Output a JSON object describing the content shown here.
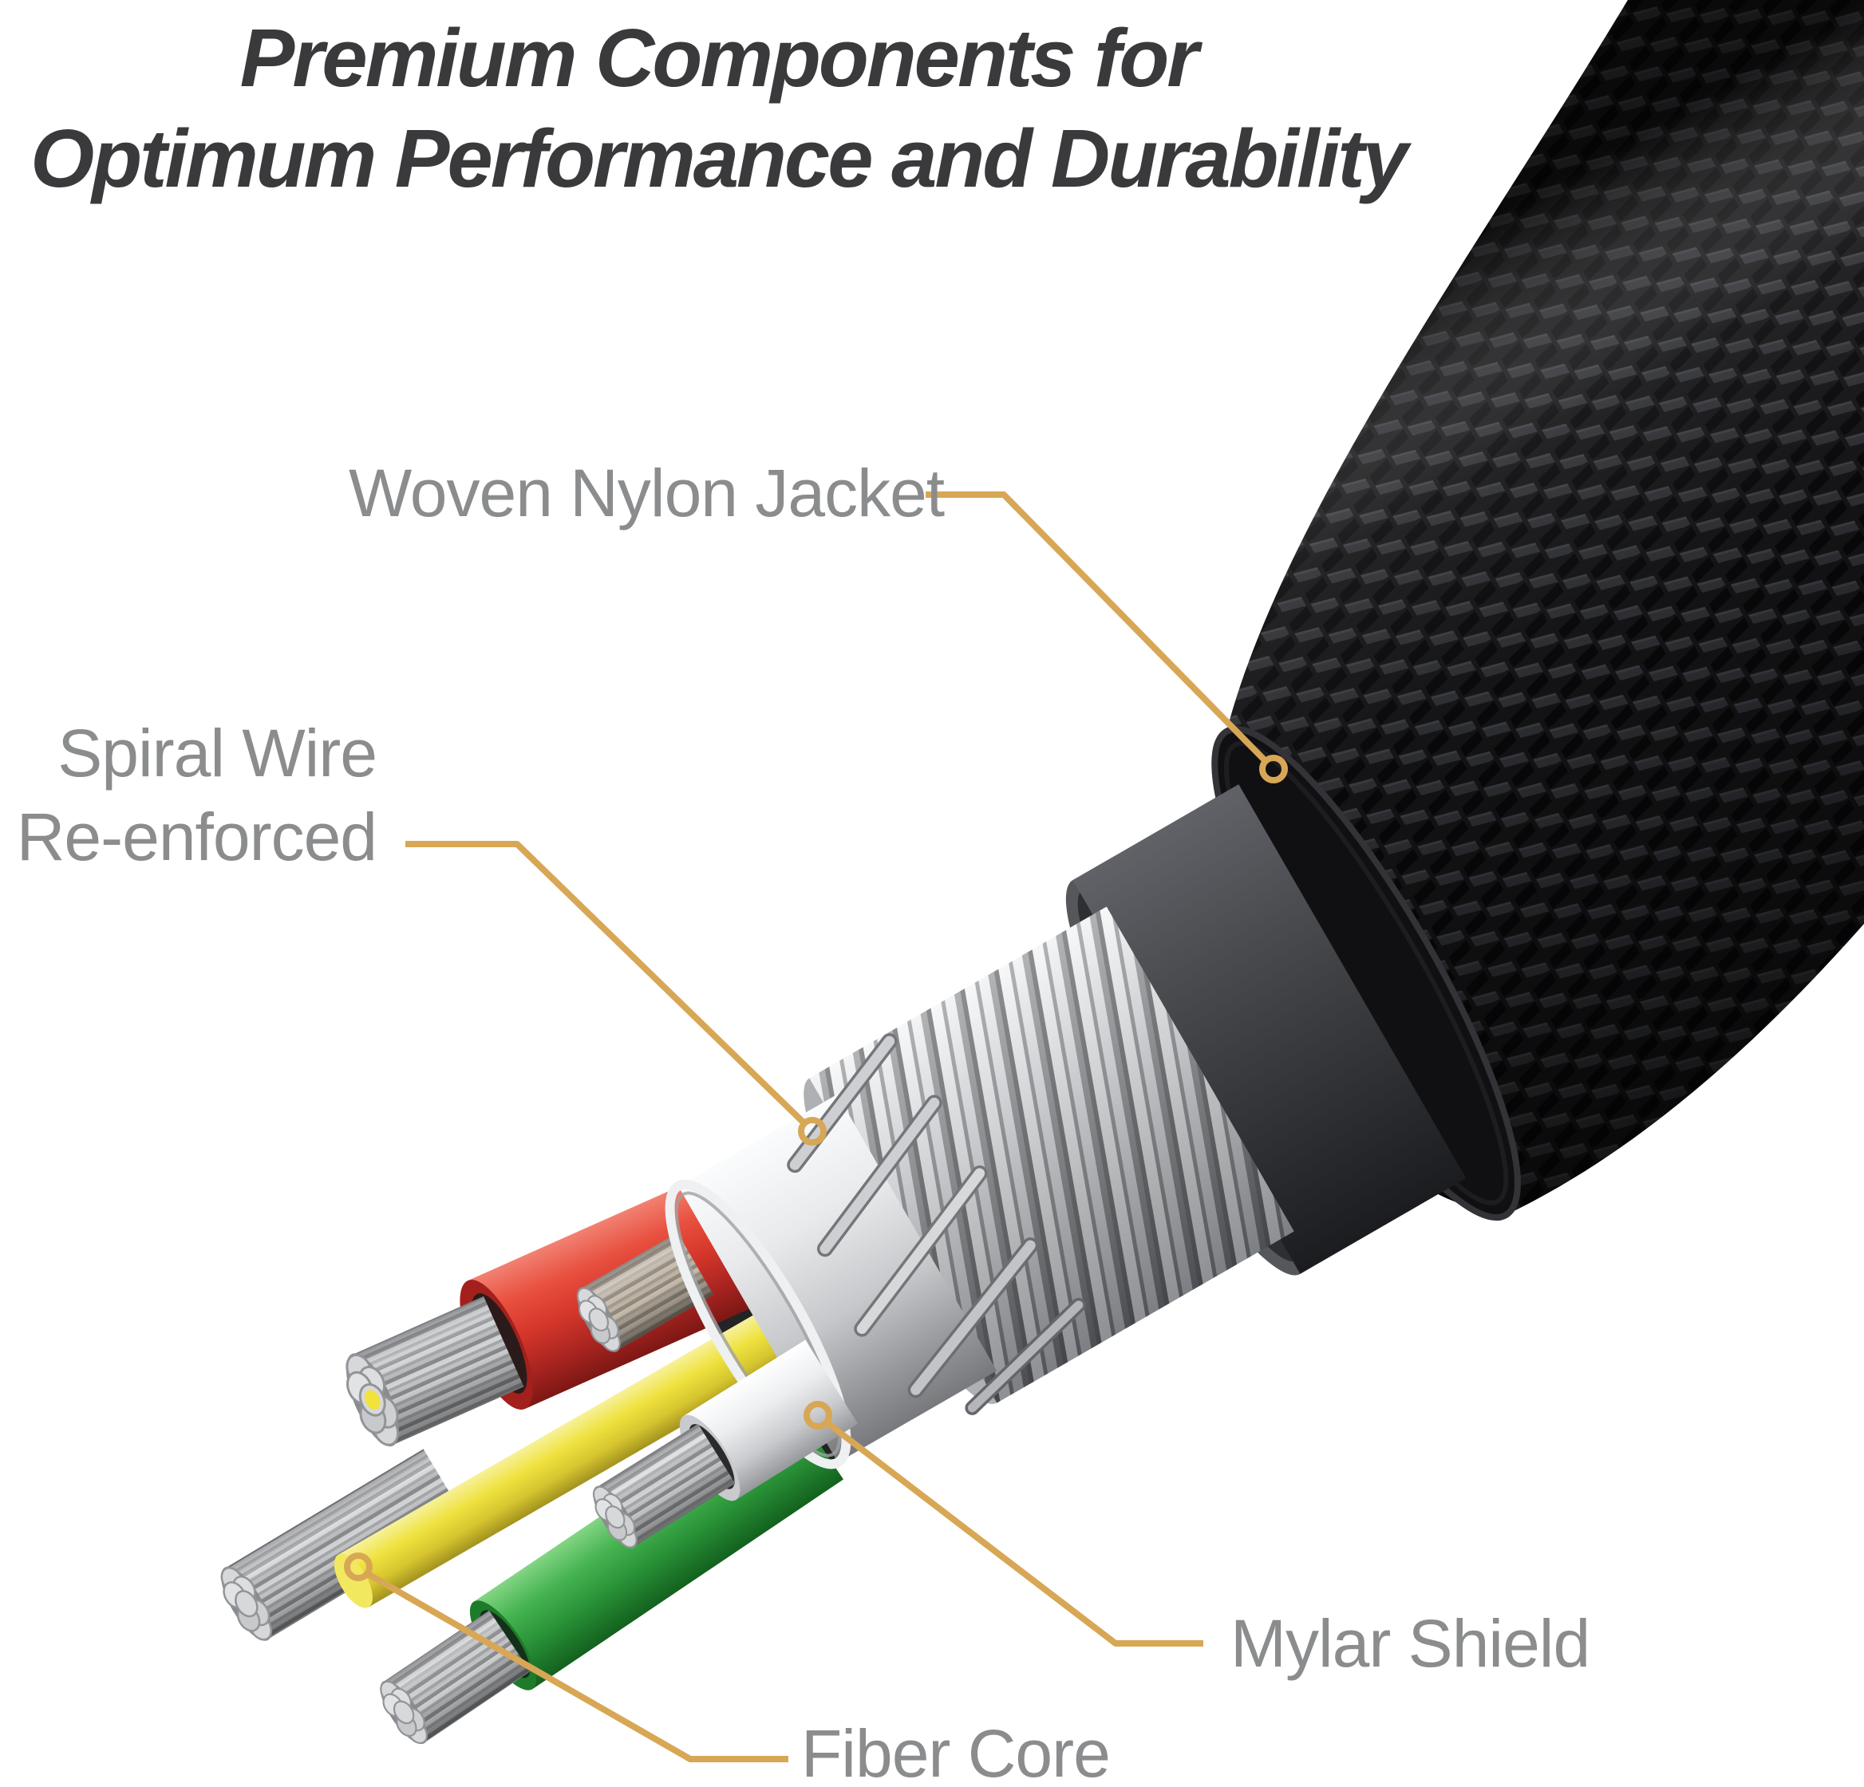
{
  "title": {
    "line1": "Premium Components for",
    "line2": "Optimum Performance and Durability"
  },
  "callouts": {
    "woven": {
      "label": "Woven Nylon Jacket"
    },
    "spiral": {
      "label_line1": "Spiral Wire",
      "label_line2": "Re-enforced"
    },
    "mylar": {
      "label": "Mylar Shield"
    },
    "fiber": {
      "label": "Fiber Core"
    }
  },
  "colors": {
    "background": "#FFFFFF",
    "title_text": "#3A3A3C",
    "label_text": "#8A8C8E",
    "callout_line": "#D8A755",
    "braid_jacket": "#141416",
    "inner_jacket": "#4B4C50",
    "spiral_wire": "#C9CBCE",
    "mylar_shield": "#E8EAEC",
    "wire_red": "#D6372B",
    "wire_green": "#2A9338",
    "wire_white": "#ECEEF0",
    "fiber_core_yellow": "#EFE23F",
    "strand_silver": "#C3C4C6"
  }
}
